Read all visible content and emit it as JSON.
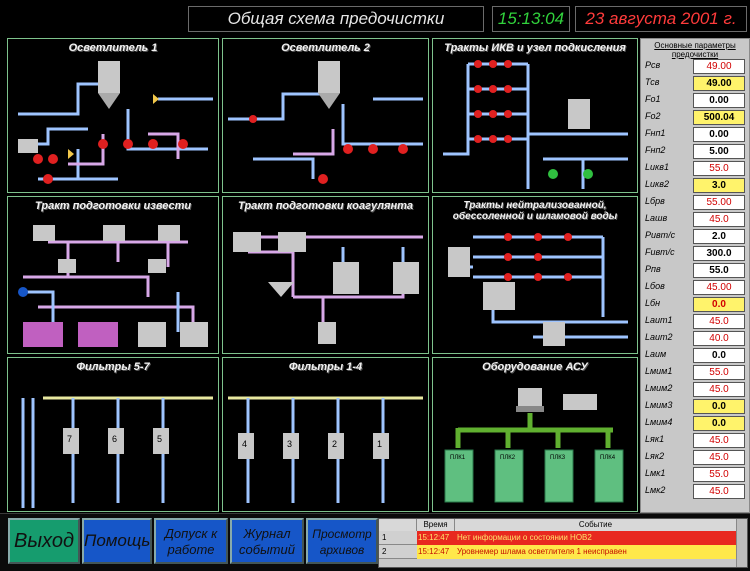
{
  "header": {
    "title": "Общая схема предочистки",
    "time": "15:13:04",
    "date": "23 августа 2001 г."
  },
  "panels": [
    {
      "id": "osv1",
      "title": "Осветлитель 1"
    },
    {
      "id": "osv2",
      "title": "Осветлитель 2"
    },
    {
      "id": "ikv",
      "title": "Тракты ИКВ и узел подкисления"
    },
    {
      "id": "izv",
      "title": "Тракт подготовки извести"
    },
    {
      "id": "koag",
      "title": "Тракт подготовки коагулянта"
    },
    {
      "id": "neutr",
      "title": "Тракты нейтрализованной, обессоленной и шламовой воды"
    },
    {
      "id": "f57",
      "title": "Фильтры 5-7"
    },
    {
      "id": "f14",
      "title": "Фильтры 1-4"
    },
    {
      "id": "asu",
      "title": "Оборудование АСУ"
    }
  ],
  "asu_labels": [
    "ПЛК1",
    "ПЛК2",
    "ПЛК3",
    "ПЛК4"
  ],
  "filter_labels_57": [
    "7",
    "6",
    "5"
  ],
  "filter_labels_14": [
    "4",
    "3",
    "2",
    "1"
  ],
  "params": {
    "heading": "Основные параметры предочистки",
    "rows": [
      {
        "label": "Рсв",
        "value": "49.00",
        "style": "pwr"
      },
      {
        "label": "Тсв",
        "value": "49.00",
        "style": "py"
      },
      {
        "label": "Fо1",
        "value": "0.00",
        "style": "pw"
      },
      {
        "label": "Fо2",
        "value": "500.04",
        "style": "py"
      },
      {
        "label": "Fнп1",
        "value": "0.00",
        "style": "pw"
      },
      {
        "label": "Fнп2",
        "value": "5.00",
        "style": "pw"
      },
      {
        "label": "Lикв1",
        "value": "55.0",
        "style": "pwr"
      },
      {
        "label": "Lикв2",
        "value": "3.0",
        "style": "py"
      },
      {
        "label": "Lбрв",
        "value": "55.00",
        "style": "pwr"
      },
      {
        "label": "Lашв",
        "value": "45.0",
        "style": "pwr"
      },
      {
        "label": "Ривт/с",
        "value": "2.0",
        "style": "pw"
      },
      {
        "label": "Fивт/с",
        "value": "300.0",
        "style": "pw"
      },
      {
        "label": "Рпв",
        "value": "55.0",
        "style": "pw"
      },
      {
        "label": "Lбов",
        "value": "45.00",
        "style": "pwr"
      },
      {
        "label": "Lбн",
        "value": "0.0",
        "style": "pyr"
      },
      {
        "label": "Lаит1",
        "value": "45.0",
        "style": "pwr"
      },
      {
        "label": "Lаит2",
        "value": "40.0",
        "style": "pwr"
      },
      {
        "label": "Lаим",
        "value": "0.0",
        "style": "pw"
      },
      {
        "label": "Lмим1",
        "value": "55.0",
        "style": "pwr"
      },
      {
        "label": "Lмим2",
        "value": "45.0",
        "style": "pwr"
      },
      {
        "label": "Lмим3",
        "value": "0.0",
        "style": "py"
      },
      {
        "label": "Lмим4",
        "value": "0.0",
        "style": "py"
      },
      {
        "label": "Lяк1",
        "value": "45.0",
        "style": "pwr"
      },
      {
        "label": "Lяк2",
        "value": "45.0",
        "style": "pwr"
      },
      {
        "label": "Lмк1",
        "value": "55.0",
        "style": "pwr"
      },
      {
        "label": "Lмк2",
        "value": "45.0",
        "style": "pwr"
      }
    ]
  },
  "buttons": {
    "exit": "Выход",
    "help": "Помощь",
    "access": "Допуск к работе",
    "journal": "Журнал событий",
    "archive": "Просмотр архивов"
  },
  "log": {
    "col_time": "Время",
    "col_event": "Событие",
    "rows": [
      {
        "n": "1",
        "time": "15:12:47",
        "event": "Нет информации о состоянии НОВ2",
        "bg": "#e8281f",
        "fg": "#ffe36b"
      },
      {
        "n": "2",
        "time": "15:12:47",
        "event": "Уровнемер шлама осветлителя 1 неисправен",
        "bg": "#ffe84a",
        "fg": "#c41000"
      }
    ]
  },
  "colors": {
    "pipe": "#9ec4ff",
    "pipe2": "#d8a8e8",
    "pipe3": "#e8e8a0",
    "valve": "#e02020",
    "accent": "#7ec28c"
  }
}
